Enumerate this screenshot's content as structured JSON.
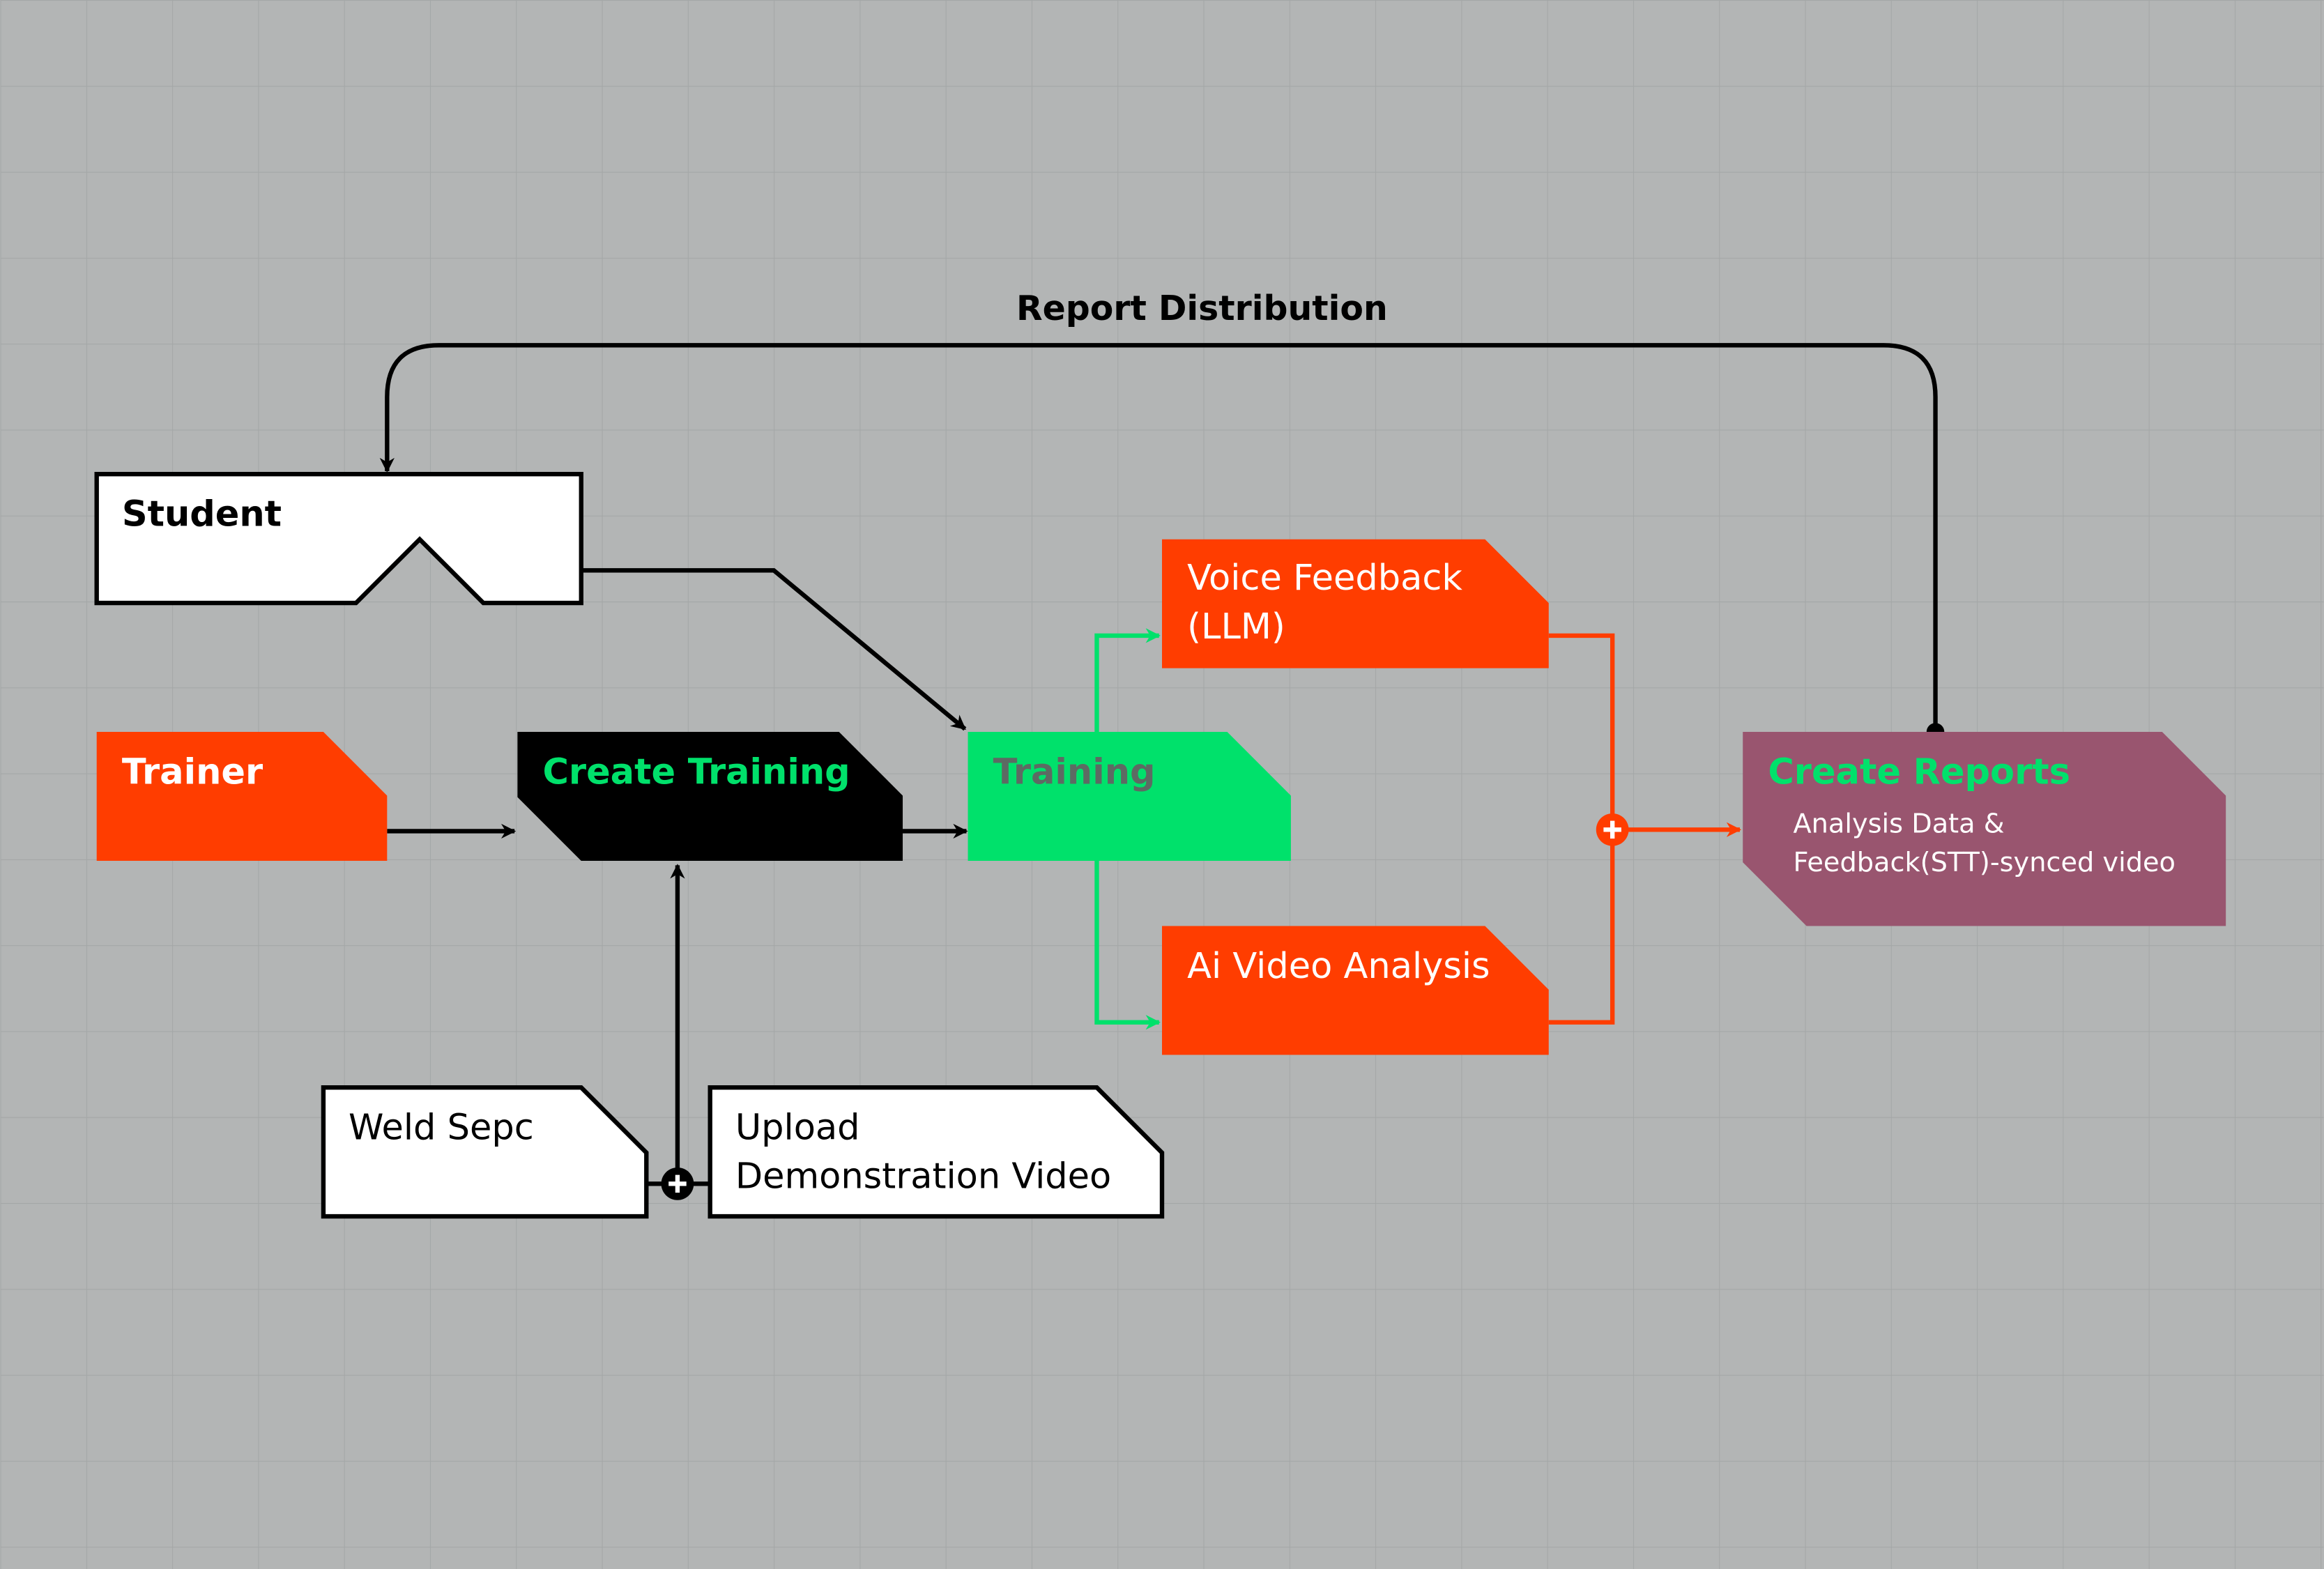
{
  "labels": {
    "report_distribution": "Report Distribution",
    "student": "Student",
    "trainer": "Trainer",
    "create_training": "Create Training",
    "training": "Training",
    "voice_feedback_line1": "Voice Feedback",
    "voice_feedback_line2": "(LLM)",
    "ai_video_analysis": "Ai Video Analysis",
    "create_reports": "Create Reports",
    "reports_detail_line1": "Analysis Data &",
    "reports_detail_line2": "Feedback(STT)-synced video",
    "weld_spec": "Weld Sepc",
    "upload_line1": "Upload",
    "upload_line2": "Demonstration Video"
  },
  "colors": {
    "background": "#b3b5b5",
    "grid": "#a4a7a7",
    "orange": "#ff3d00",
    "green": "#00e16b",
    "purple": "#99556f",
    "black": "#000000",
    "white": "#ffffff",
    "training_text": "#5d6a63"
  }
}
